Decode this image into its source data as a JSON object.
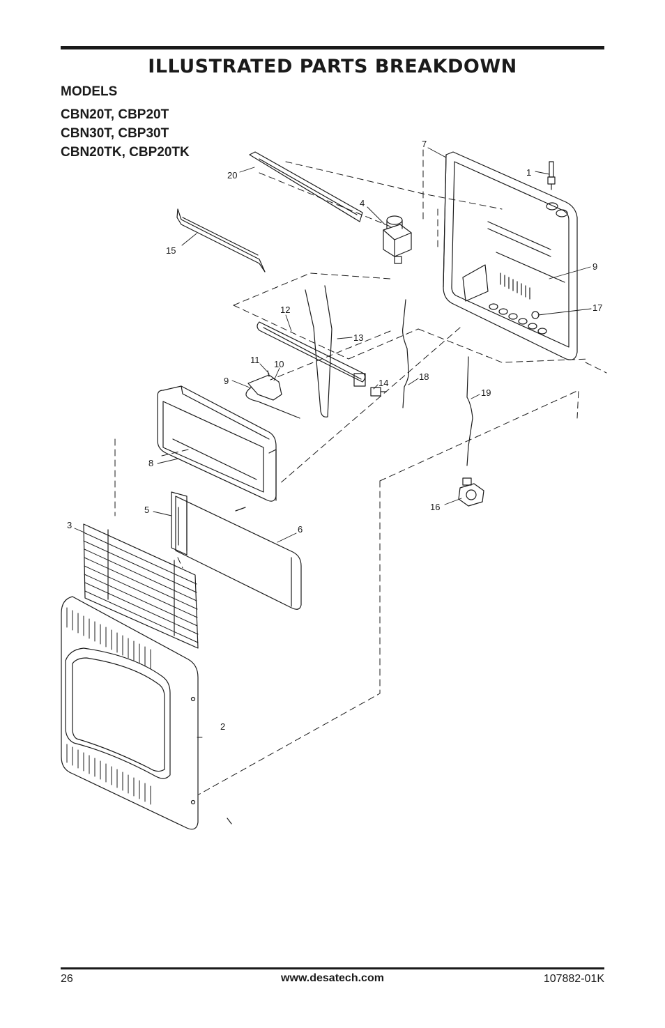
{
  "header": {
    "title": "ILLUSTRATED PARTS BREAKDOWN",
    "models_label": "MODELS",
    "models": [
      "CBN20T, CBP20T",
      "CBN30T, CBP30T",
      "CBN20TK, CBP20TK"
    ]
  },
  "callouts": {
    "c1": "1",
    "c2": "2",
    "c3": "3",
    "c4": "4",
    "c5": "5",
    "c6": "6",
    "c7": "7",
    "c8": "8",
    "c9a": "9",
    "c9b": "9",
    "c10": "10",
    "c11": "11",
    "c12": "12",
    "c13": "13",
    "c14": "14",
    "c15": "15",
    "c16": "16",
    "c17": "17",
    "c18": "18",
    "c19": "19",
    "c20": "20"
  },
  "footer": {
    "page_number": "26",
    "website": "www.desatech.com",
    "doc_number": "107882-01K"
  },
  "colors": {
    "ink": "#1a1a1a",
    "background": "#ffffff"
  }
}
